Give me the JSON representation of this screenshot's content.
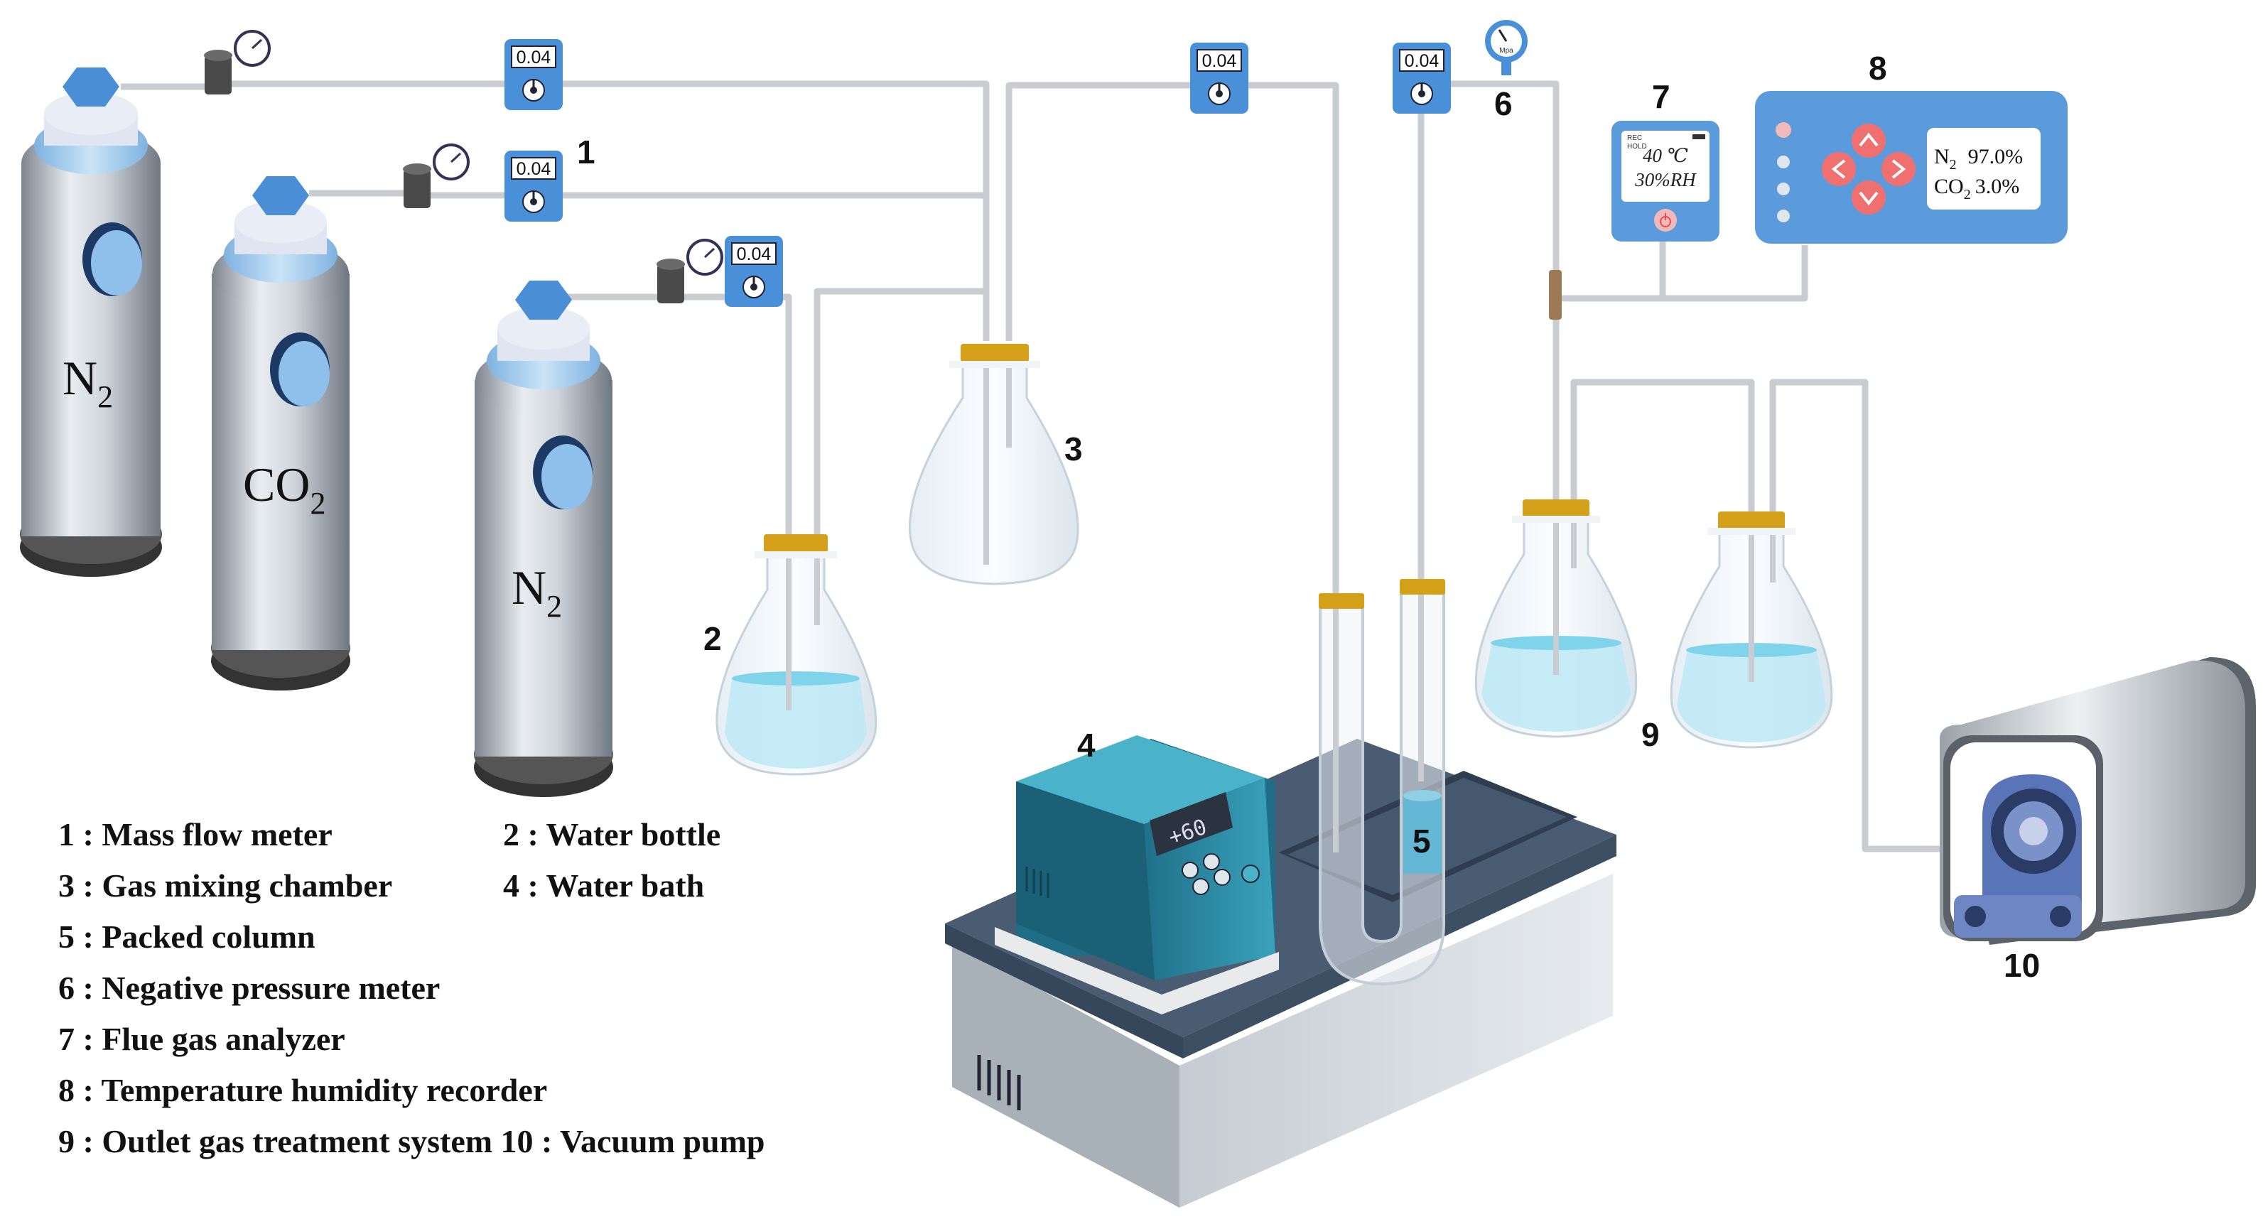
{
  "cylinders": [
    {
      "label": "N",
      "sub": "2"
    },
    {
      "label": "CO",
      "sub": "2"
    },
    {
      "label": "N",
      "sub": "2"
    }
  ],
  "mass_flow_meters": [
    "0.04",
    "0.04",
    "0.04",
    "0.04",
    "0.04"
  ],
  "callouts": {
    "n1": "1",
    "n2": "2",
    "n3": "3",
    "n4": "4",
    "n5": "5",
    "n6": "6",
    "n7": "7",
    "n8": "8",
    "n9": "9",
    "n10": "10"
  },
  "gauge6": {
    "label": "Mpa"
  },
  "analyzer7": {
    "rec": "REC",
    "hold": "HOLD",
    "temp": "40 ℃",
    "rh": "30%RH"
  },
  "recorder8": {
    "n2_label": "N",
    "n2_sub": "2",
    "n2_value": "97.0%",
    "co2_label": "CO",
    "co2_sub": "2",
    "co2_value": "3.0%"
  },
  "water_bath_display": "+60",
  "legend": [
    "1 : Mass flow meter",
    "2 : Water bottle",
    "3 : Gas mixing chamber",
    "4 : Water bath",
    "5 : Packed column",
    "6 : Negative pressure meter",
    "7 : Flue gas analyzer",
    "8 : Temperature humidity recorder",
    "9 : Outlet gas treatment system 10 : Vacuum pump"
  ],
  "colors": {
    "meter_blue": "#4a90d9",
    "panel_blue": "#5b9bdc",
    "bath_teal": "#2f8fa6",
    "cap_gold": "#d4a017",
    "water": "#bfe9f5",
    "arrow_red": "#f07070"
  }
}
